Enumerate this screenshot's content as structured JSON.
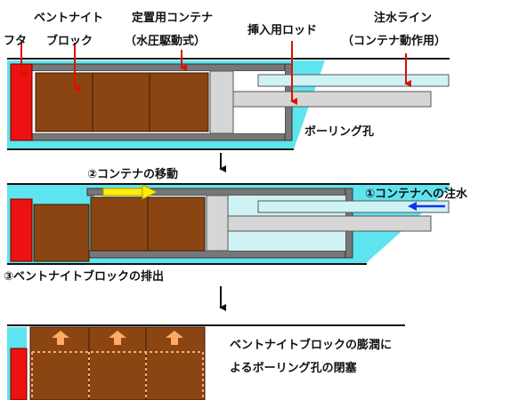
{
  "labels": {
    "lid": "フタ",
    "bentonite_block": [
      "ベントナイト",
      "ブロック"
    ],
    "container": [
      "定置用コンテナ",
      "（水圧駆動式）"
    ],
    "insert_rod": "挿入用ロッド",
    "water_line": [
      "注水ライン",
      "（コンテナ動作用）"
    ],
    "borehole": "ボーリング孔",
    "step1": "①コンテナへの注水",
    "step2": "②コンテナの移動",
    "step3": "③ベントナイトブロックの排出",
    "result": [
      "ベントナイトブロックの膨潤に",
      "よるボーリング孔の閉塞"
    ]
  },
  "colors": {
    "water": "#5ee4ee",
    "bentonite": "#8b4513",
    "lid": "#ee1111",
    "container": "#777777",
    "rod": "#d6d6d6",
    "water_line": "#cff2f5",
    "arrow_red": "#dd1100",
    "arrow_yellow": "#ffee00",
    "arrow_blue": "#1133ee",
    "swell_arrow": "#ffaa66"
  }
}
